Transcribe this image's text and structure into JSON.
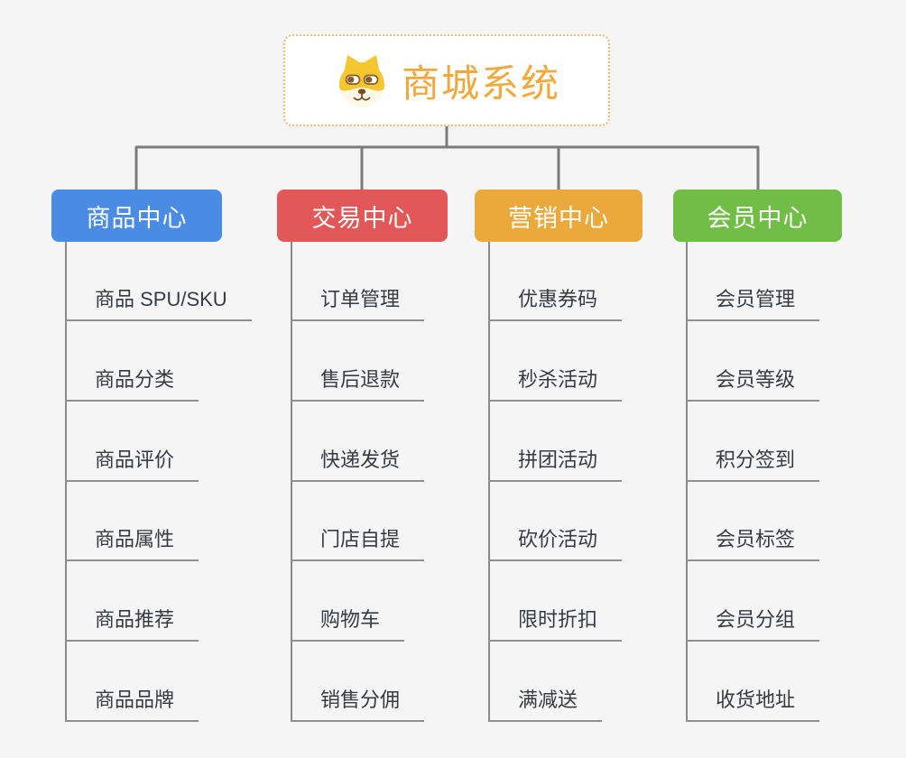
{
  "root": {
    "title": "商城系统",
    "icon": "dog-face-icon",
    "title_color": "#f2a83c",
    "border_color": "#f0bc71"
  },
  "branches": [
    {
      "label": "商品中心",
      "color": "#4a8be4",
      "items": [
        "商品 SPU/SKU",
        "商品分类",
        "商品评价",
        "商品属性",
        "商品推荐",
        "商品品牌"
      ]
    },
    {
      "label": "交易中心",
      "color": "#e25757",
      "items": [
        "订单管理",
        "售后退款",
        "快递发货",
        "门店自提",
        "购物车",
        "销售分佣"
      ]
    },
    {
      "label": "营销中心",
      "color": "#eba93c",
      "items": [
        "优惠券码",
        "秒杀活动",
        "拼团活动",
        "砍价活动",
        "限时折扣",
        "满减送"
      ]
    },
    {
      "label": "会员中心",
      "color": "#70be46",
      "items": [
        "会员管理",
        "会员等级",
        "积分签到",
        "会员标签",
        "会员分组",
        "收货地址"
      ]
    }
  ],
  "colors": {
    "background": "#f5f5f5",
    "connector": "#7b7b7b",
    "spine": "#8a8a8a",
    "underline": "#8f8f8f",
    "leaf_text": "#363b42",
    "dog_yellow": "#f6c62f"
  }
}
